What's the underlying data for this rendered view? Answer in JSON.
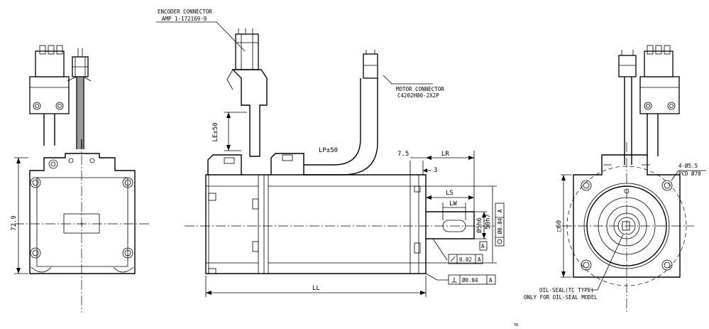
{
  "labels": {
    "encoder_connector": "ENCODER CONNECTOR",
    "encoder_part": "AMP 1-172169-9",
    "motor_connector": "MOTOR CONNECTOR",
    "motor_part": "C4202H00-2X2P",
    "le": "LE±50",
    "lp": "LP±50",
    "ll": "LL",
    "lr": "LR",
    "ls": "LS",
    "lw": "LW",
    "dim_7_5": "7.5",
    "dim_3": "3",
    "height_72_9": "72.9",
    "shaft_dia": "ØSh6",
    "pilot_dia": "50h7",
    "pilot_coax": "Ø0.04",
    "runout": "0.02",
    "perp": "Ø0.04",
    "datum": "A",
    "holes": "4-Ø5.5",
    "pcd": "PCD Ø70",
    "square": "□60",
    "oil_seal_1": "OIL-SEAL(TC TYPE)",
    "oil_seal_2": "ONLY FOR OIL-SEAL MODEL",
    "stray": "TB"
  }
}
